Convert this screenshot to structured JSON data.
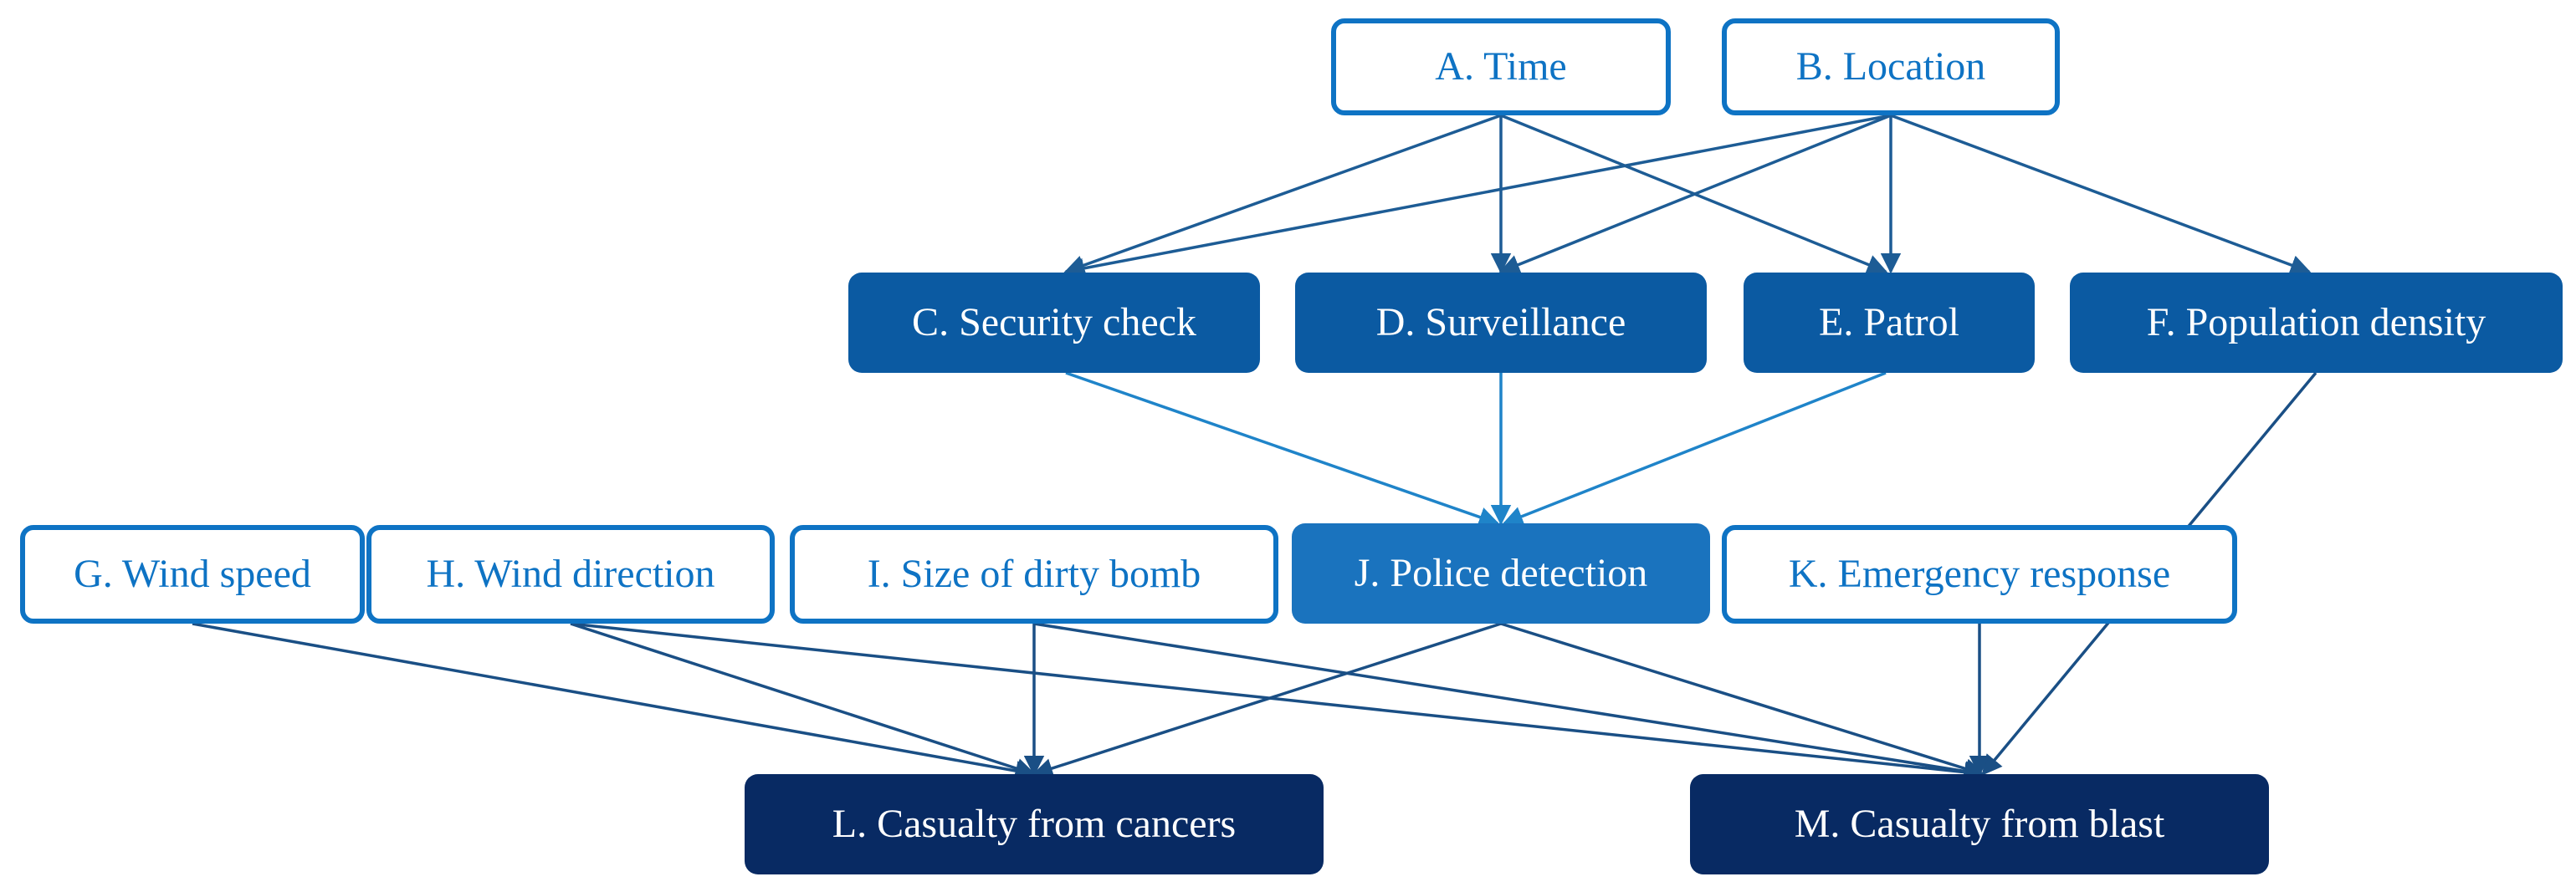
{
  "nodes": {
    "A": {
      "label": "A. Time"
    },
    "B": {
      "label": "B. Location"
    },
    "C": {
      "label": "C. Security check"
    },
    "D": {
      "label": "D. Surveillance"
    },
    "E": {
      "label": "E. Patrol"
    },
    "F": {
      "label": "F. Population density"
    },
    "G": {
      "label": "G. Wind speed"
    },
    "H": {
      "label": "H. Wind direction"
    },
    "I": {
      "label": "I. Size of dirty bomb"
    },
    "J": {
      "label": "J. Police detection"
    },
    "K": {
      "label": "K. Emergency response"
    },
    "L": {
      "label": "L. Casualty from cancers"
    },
    "M": {
      "label": "M. Casualty from blast"
    }
  },
  "edges": [
    [
      "A",
      "C"
    ],
    [
      "A",
      "D"
    ],
    [
      "A",
      "E"
    ],
    [
      "B",
      "C"
    ],
    [
      "B",
      "D"
    ],
    [
      "B",
      "E"
    ],
    [
      "B",
      "F"
    ],
    [
      "C",
      "J"
    ],
    [
      "D",
      "J"
    ],
    [
      "E",
      "J"
    ],
    [
      "F",
      "M"
    ],
    [
      "G",
      "L"
    ],
    [
      "H",
      "L"
    ],
    [
      "I",
      "L"
    ],
    [
      "J",
      "L"
    ],
    [
      "H",
      "M"
    ],
    [
      "I",
      "M"
    ],
    [
      "J",
      "M"
    ],
    [
      "K",
      "M"
    ]
  ],
  "colors": {
    "outline_node": "#0e73c4",
    "mid_node": "#0b5aa2",
    "police_node": "#1a73be",
    "outcome_node": "#082a63",
    "edge_top": "#1d5c95",
    "edge_middle": "#1f84c9",
    "edge_bottom": "#1a4f85"
  }
}
